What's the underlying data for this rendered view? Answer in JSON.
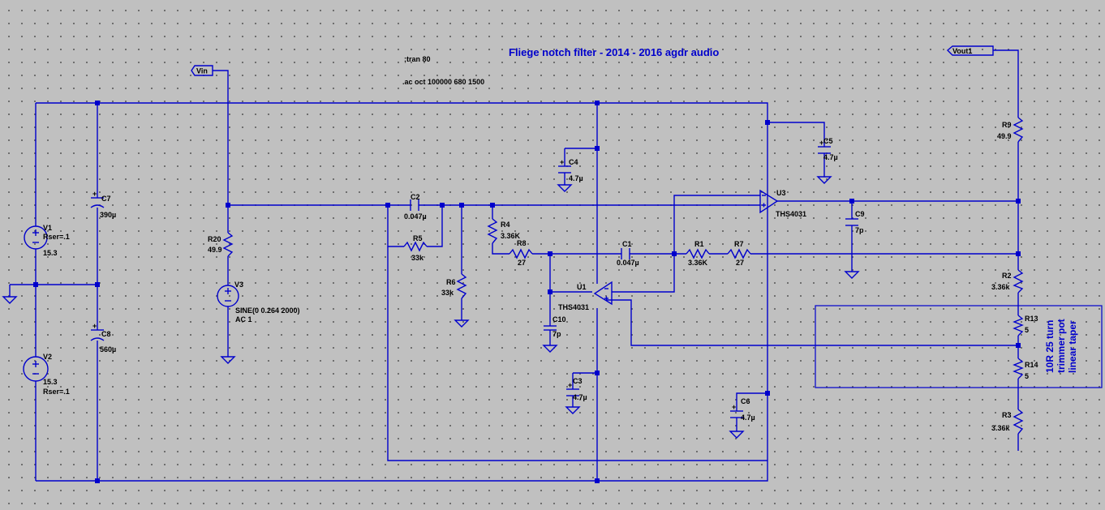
{
  "title": "Fliege notch filter - 2014 - 2016 agdr audio",
  "directives": [
    ";tran 80",
    ".ac oct 100000 680 1500"
  ],
  "net_labels": {
    "vin": "Vin",
    "vout": "Vout1"
  },
  "note": {
    "line1": "10R 25 turn",
    "line2": "trimmer pot",
    "line3": "linear taper"
  },
  "components": {
    "V1": {
      "name": "V1",
      "value": "Rser=.1",
      "value2": "15.3"
    },
    "V2": {
      "name": "V2",
      "value": "15.3",
      "value2": "Rser=.1"
    },
    "V3": {
      "name": "V3",
      "value": "SINE(0 0.264 2000)",
      "value2": "AC 1"
    },
    "C7": {
      "name": "C7",
      "value": "390µ"
    },
    "C8": {
      "name": "C8",
      "value": "560µ"
    },
    "R20": {
      "name": "R20",
      "value": "49.9"
    },
    "C2": {
      "name": "C2",
      "value": "0.047µ"
    },
    "R5": {
      "name": "R5",
      "value": "33k"
    },
    "R6": {
      "name": "R6",
      "value": "33k"
    },
    "R4": {
      "name": "R4",
      "value": "3.36K"
    },
    "R8": {
      "name": "R8",
      "value": "27"
    },
    "C1": {
      "name": "C1",
      "value": "0.047µ"
    },
    "R1": {
      "name": "R1",
      "value": "3.36K"
    },
    "R7": {
      "name": "R7",
      "value": "27"
    },
    "C4": {
      "name": "C4",
      "value": "4.7µ"
    },
    "C3": {
      "name": "C3",
      "value": "4.7µ"
    },
    "C10": {
      "name": "C10",
      "value": "7p"
    },
    "U1": {
      "name": "U1",
      "value": "THS4031"
    },
    "U3": {
      "name": "U3",
      "value": "THS4031"
    },
    "C5": {
      "name": "C5",
      "value": "4.7µ"
    },
    "C6": {
      "name": "C6",
      "value": "4.7µ"
    },
    "C9": {
      "name": "C9",
      "value": "7p"
    },
    "R9": {
      "name": "R9",
      "value": "49.9"
    },
    "R2": {
      "name": "R2",
      "value": "3.36k"
    },
    "R13": {
      "name": "R13",
      "value": "5"
    },
    "R14": {
      "name": "R14",
      "value": "5"
    },
    "R3": {
      "name": "R3",
      "value": "3.36k"
    }
  }
}
